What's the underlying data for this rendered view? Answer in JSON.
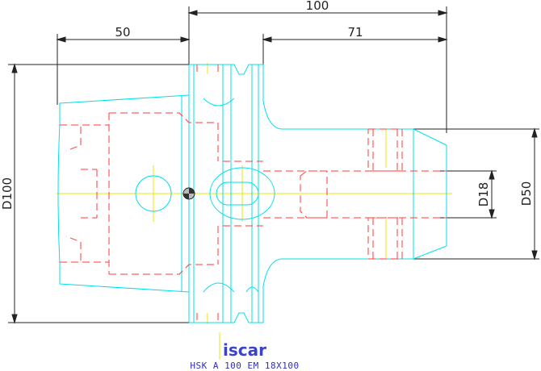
{
  "colors": {
    "background": "#ffffff",
    "dimension": "#222222",
    "outline": "#00e0ee",
    "hidden": "#ff3b3b",
    "centerline": "#e8e800",
    "logo": "#3a44c8"
  },
  "dimensions": {
    "total_length": "100",
    "left_length": "50",
    "right_length": "71",
    "flange_diameter": "D100",
    "body_diameter": "D50",
    "bore_diameter": "D18"
  },
  "logo": {
    "brand": "iscar"
  },
  "caption": {
    "part_name": "HSK A 100 EM 18X100"
  }
}
